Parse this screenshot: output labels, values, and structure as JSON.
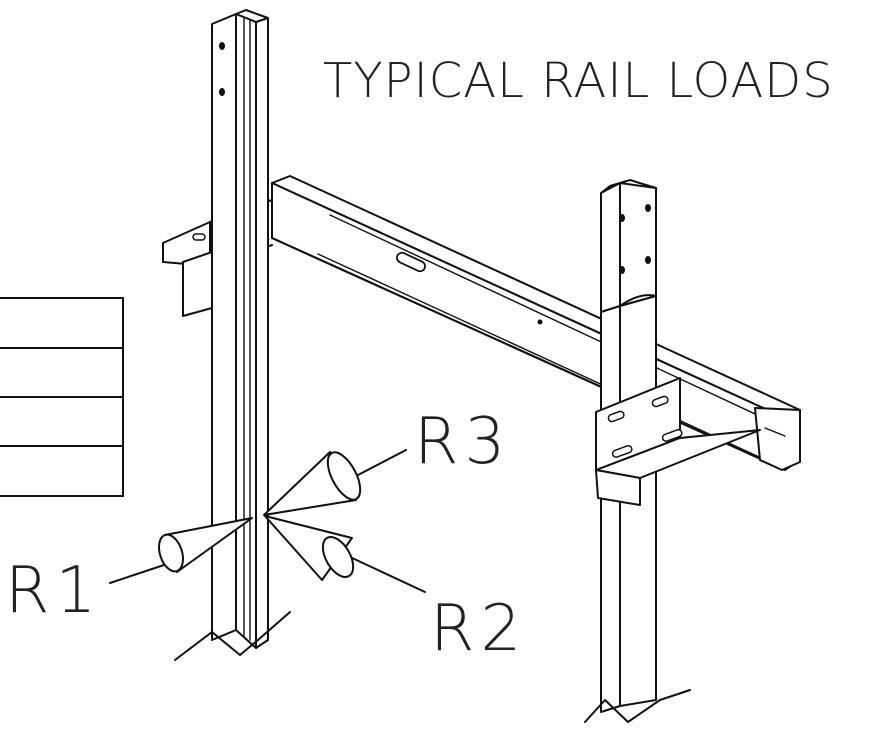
{
  "diagram": {
    "title": "TYPICAL RAIL LOADS",
    "labels": {
      "r1": "R1",
      "r2": "R2",
      "r3": "R3"
    },
    "table": {
      "rows": 4
    }
  }
}
